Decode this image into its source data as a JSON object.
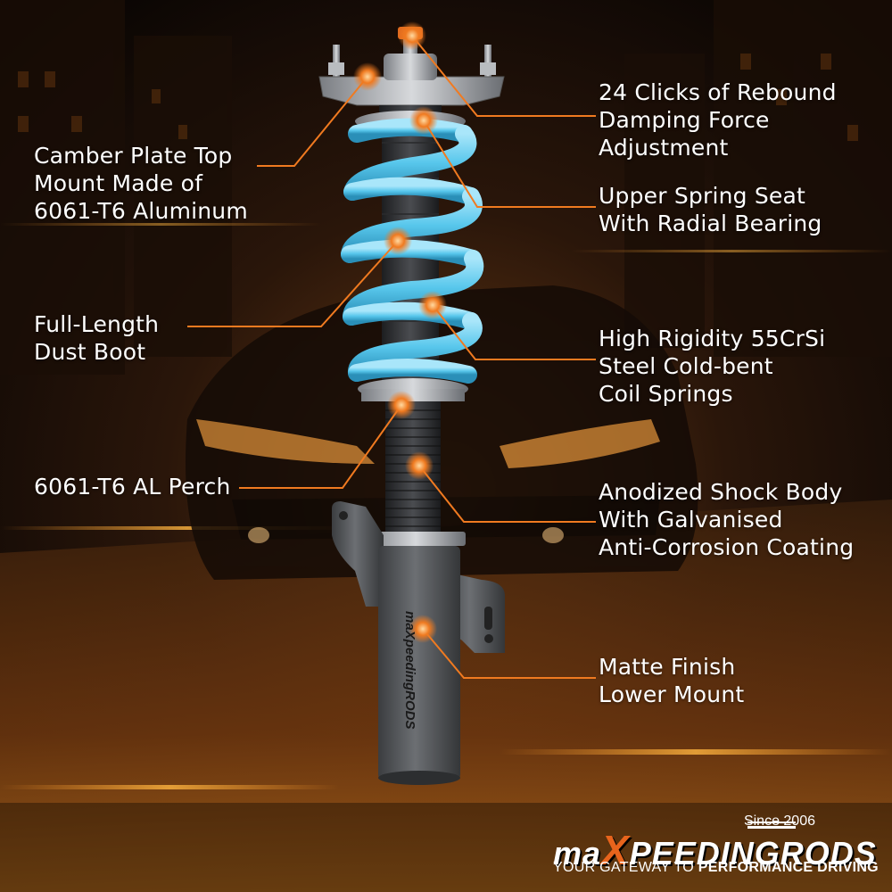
{
  "features": {
    "rebound": [
      "24 Clicks of Rebound",
      "Damping Force",
      "Adjustment"
    ],
    "camber": [
      "Camber Plate Top",
      "Mount Made of",
      "6061-T6 Aluminum"
    ],
    "spring_seat": [
      "Upper Spring Seat",
      "With Radial Bearing"
    ],
    "dust_boot": [
      "Full-Length",
      "Dust Boot"
    ],
    "coil": [
      "High Rigidity 55CrSi",
      "Steel Cold-bent",
      "Coil Springs"
    ],
    "perch": [
      "6061-T6 AL Perch"
    ],
    "shock_body": [
      "Anodized Shock Body",
      "With Galvanised",
      "Anti-Corrosion Coating"
    ],
    "lower_mount": [
      "Matte Finish",
      "Lower Mount"
    ]
  },
  "brand": {
    "since": "Since 2006",
    "logo_prefix": "ma",
    "logo_x": "X",
    "logo_suffix": "PEEDINGRODS",
    "tagline_lead": "YOUR GATEWAY TO ",
    "tagline_bold": "PERFORMANCE DRIVING",
    "lower_mount_print": "maXpeedingRODS"
  },
  "colors": {
    "accent": "#e8641c",
    "spring": "#58c7ec",
    "text": "#ffffff"
  }
}
